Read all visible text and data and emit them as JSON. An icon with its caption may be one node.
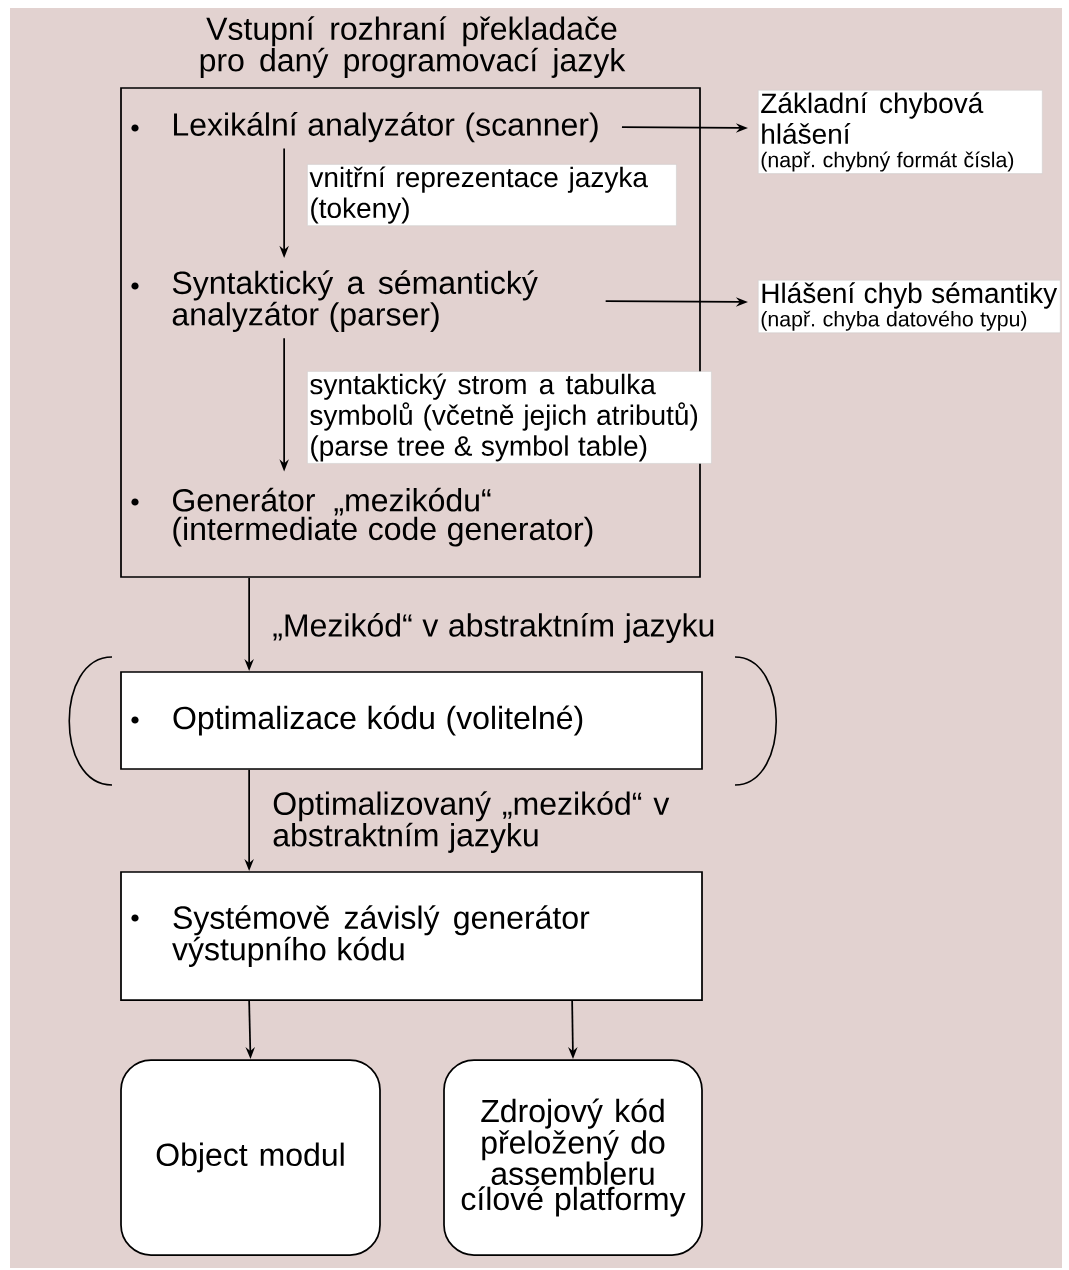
{
  "diagram": {
    "nodes": [
      {
        "text": [
          "Vstupní rozhraní překladače pro daný programovací jazyk"
        ]
      },
      {
        "text": [
          "Lexikální analyzátor (scanner)"
        ],
        "in": 0
      },
      {
        "text": [
          "vnitřní reprezentace jazyka (tokeny)"
        ],
        "in": 0
      },
      {
        "text": [
          "Syntaktický a sémantický analyzátor (parser)"
        ],
        "in": 0
      },
      {
        "text": [
          "syntaktický strom a tabulka symbolů (včetně jejich atributů) (parse tree & symbol table)"
        ],
        "in": 0
      },
      {
        "text": [
          "Generátor „mezikódu“ (intermediate code generator)"
        ],
        "in": 0
      },
      {
        "text": [
          "Základní chybová hlášení",
          "(např. chybný formát čísla)"
        ]
      },
      {
        "text": [
          "Hlášení chyb sémantiky",
          "(např. chyba datového typu)"
        ]
      },
      {
        "text": [
          "Optimalizace kódu (volitelné)"
        ]
      },
      {
        "text": [
          "Systémově závislý generátor výstupního kódu"
        ]
      },
      {
        "text": [
          "Object modul"
        ]
      },
      {
        "text": [
          "Zdrojový kód přeložený do assembleru cílové platformy"
        ]
      }
    ],
    "edges": [
      {
        "from": 1,
        "to": 6,
        "arrow": "to"
      },
      {
        "from": 1,
        "to": 3,
        "arrow": "to"
      },
      {
        "from": 3,
        "to": 7,
        "arrow": "to"
      },
      {
        "from": 3,
        "to": 5,
        "arrow": "to"
      },
      {
        "from": 0,
        "to": 8,
        "arrow": "to",
        "label": "„Mezikód“ v abstraktním jazyku"
      },
      {
        "from": 8,
        "to": 9,
        "arrow": "to",
        "label": "Optimalizovaný „mezikód“ v abstraktním jazyku"
      },
      {
        "from": 9,
        "to": 10,
        "arrow": "to"
      },
      {
        "from": 9,
        "to": 11,
        "arrow": "to"
      }
    ]
  }
}
